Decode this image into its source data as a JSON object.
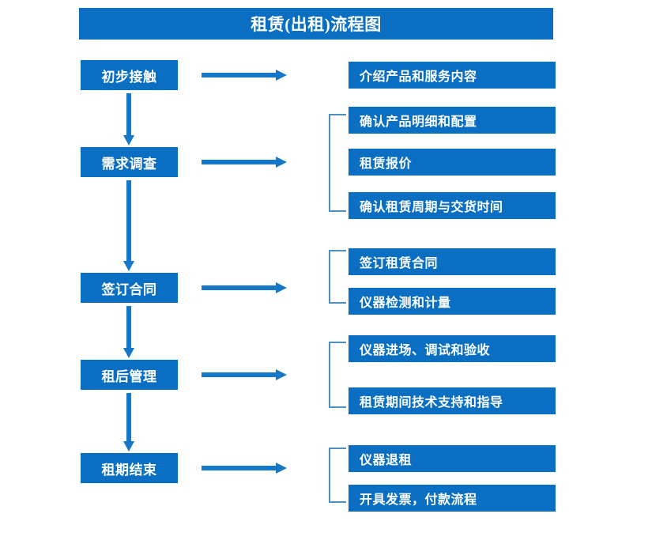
{
  "title": "租赁(出租)流程图",
  "colors": {
    "box_blue": "#0A6FC2",
    "arrow_blue": "#1477C8",
    "bracket_blue": "#4E8FBF",
    "text_white": "#FFFFFF",
    "background": "#FFFFFF"
  },
  "stages": [
    {
      "label": "初步接触"
    },
    {
      "label": "需求调查"
    },
    {
      "label": "签订合同"
    },
    {
      "label": "租后管理"
    },
    {
      "label": "租期结束"
    }
  ],
  "details": [
    {
      "label": "介绍产品和服务内容"
    },
    {
      "label": "确认产品明细和配置"
    },
    {
      "label": "租赁报价"
    },
    {
      "label": "确认租赁周期与交货时间"
    },
    {
      "label": "签订租赁合同"
    },
    {
      "label": "仪器检测和计量"
    },
    {
      "label": "仪器进场、调试和验收"
    },
    {
      "label": "租赁期间技术支持和指导"
    },
    {
      "label": "仪器退租"
    },
    {
      "label": "开具发票，付款流程"
    }
  ],
  "groups": [
    {
      "stage": "初步接触",
      "items": [
        "介绍产品和服务内容"
      ],
      "bracket": false
    },
    {
      "stage": "需求调查",
      "items": [
        "确认产品明细和配置",
        "租赁报价",
        "确认租赁周期与交货时间"
      ],
      "bracket": true
    },
    {
      "stage": "签订合同",
      "items": [
        "签订租赁合同",
        "仪器检测和计量"
      ],
      "bracket": true
    },
    {
      "stage": "租后管理",
      "items": [
        "仪器进场、调试和验收",
        "租赁期间技术支持和指导"
      ],
      "bracket": true
    },
    {
      "stage": "租期结束",
      "items": [
        "仪器退租",
        "开具发票，付款流程"
      ],
      "bracket": true
    }
  ],
  "flow_direction": "top-to-bottom",
  "connector_count": {
    "vertical_arrows": 4,
    "horizontal_arrows": 5
  }
}
